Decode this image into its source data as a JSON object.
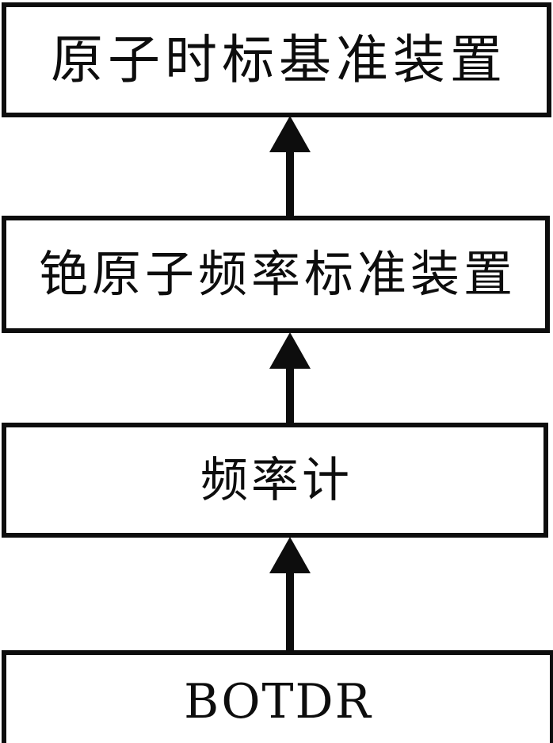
{
  "diagram": {
    "type": "vertical-flowchart",
    "orientation": "bottom-to-top",
    "background_color": "#ffffff",
    "line_color": "#0d0d0d",
    "nodes": [
      {
        "id": "node-1",
        "label": "原子时标基准装置",
        "script": "cjk"
      },
      {
        "id": "node-2",
        "label": "铯原子频率标准装置",
        "script": "cjk"
      },
      {
        "id": "node-3",
        "label": "频率计",
        "script": "cjk"
      },
      {
        "id": "node-4",
        "label": "BOTDR",
        "script": "latin"
      }
    ],
    "connectors": [
      {
        "id": "arrow-1",
        "from": "node-2",
        "to": "node-1",
        "style": "solid-filled-arrowhead-up"
      },
      {
        "id": "arrow-2",
        "from": "node-3",
        "to": "node-2",
        "style": "solid-filled-arrowhead-up"
      },
      {
        "id": "arrow-3",
        "from": "node-4",
        "to": "node-3",
        "style": "solid-filled-arrowhead-up"
      }
    ]
  }
}
